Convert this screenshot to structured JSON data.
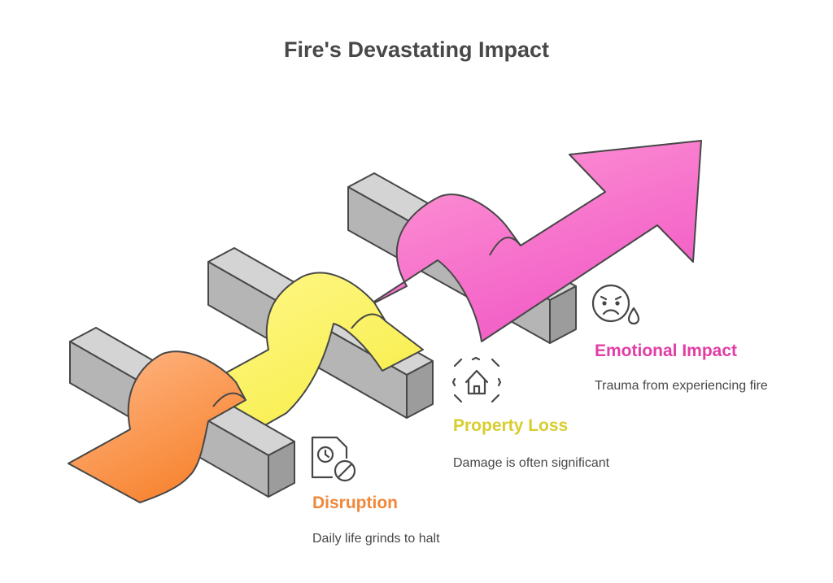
{
  "title": "Fire's Devastating Impact",
  "colors": {
    "disruption": "#F0883A",
    "property": "#D9CD2E",
    "emotional": "#E23DA6",
    "block_top": "#D4D4D4",
    "block_front": "#B5B5B5",
    "block_side": "#9C9C9C",
    "outline": "#474747"
  },
  "stages": [
    {
      "title": "Disruption",
      "description": "Daily life grinds to halt",
      "icon": "clock-cancel-icon",
      "color": "#F0883A"
    },
    {
      "title": "Property Loss",
      "description": "Damage is often significant",
      "icon": "house-damage-icon",
      "color": "#D9CD2E"
    },
    {
      "title": "Emotional Impact",
      "description": "Trauma from experiencing fire",
      "icon": "sad-face-tear-icon",
      "color": "#E23DA6"
    }
  ]
}
